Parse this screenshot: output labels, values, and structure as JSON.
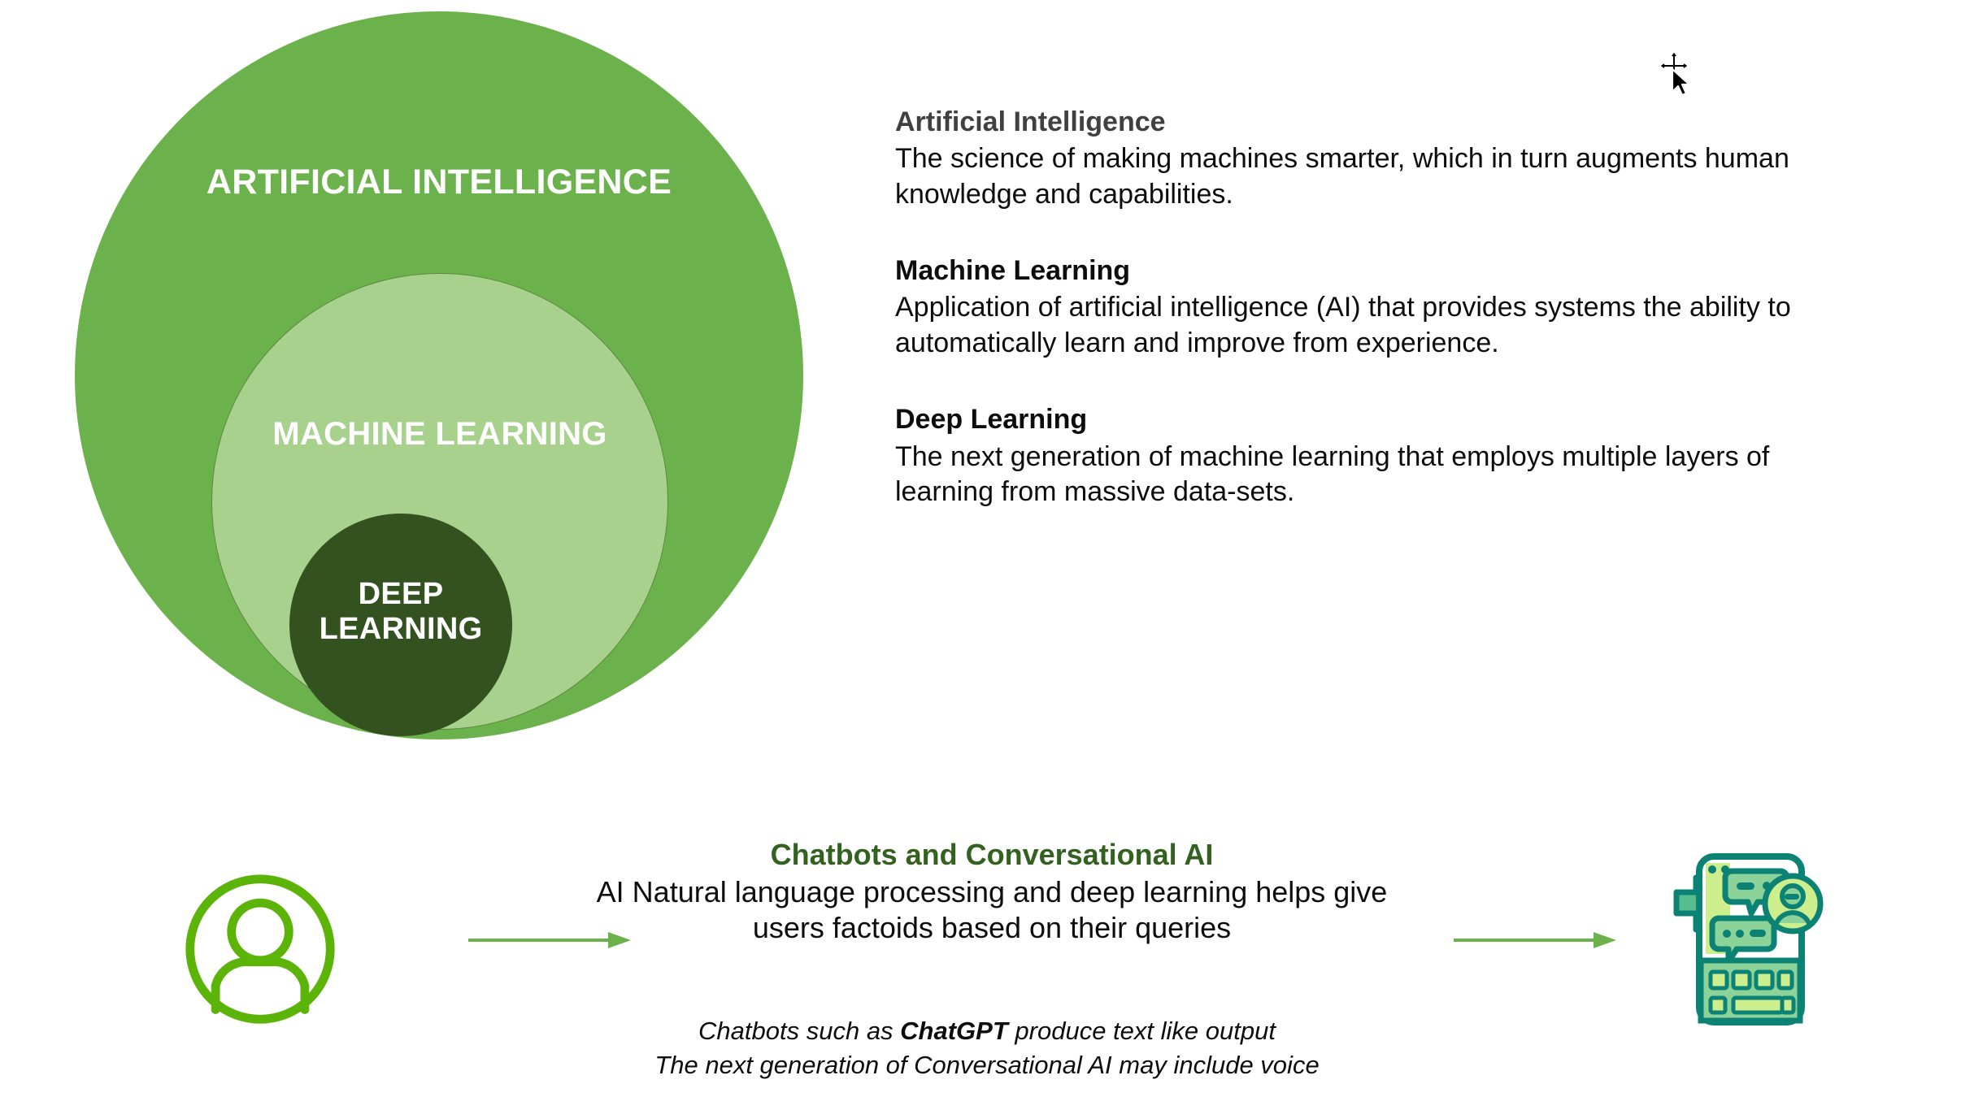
{
  "diagram": {
    "circles": [
      {
        "name": "artificial-intelligence",
        "label": "ARTIFICIAL INTELLIGENCE",
        "color": "#6CB24C"
      },
      {
        "name": "machine-learning",
        "label": "MACHINE LEARNING",
        "color": "#A7D18C"
      },
      {
        "name": "deep-learning",
        "label": "DEEP\nLEARNING",
        "color": "#33521F"
      }
    ]
  },
  "definitions": [
    {
      "term": "Artificial Intelligence",
      "description": "The science of making machines smarter, which in turn augments human knowledge and capabilities."
    },
    {
      "term": "Machine Learning",
      "description": "Application of artificial intelligence (AI) that provides systems the ability to automatically learn and improve from experience."
    },
    {
      "term": "Deep Learning",
      "description": "The next generation of machine learning that employs multiple layers of learning from massive data-sets."
    }
  ],
  "flow": {
    "title": "Chatbots and Conversational AI",
    "body_line1": "AI Natural language processing and deep learning helps give",
    "body_line2": "users factoids based on their queries",
    "title_color": "#33611F",
    "arrow_color": "#6CB24C",
    "user_icon": "user-avatar-icon",
    "bot_icon": "chatbot-phone-icon"
  },
  "footnotes": {
    "line1_prefix": "Chatbots such as ",
    "line1_bold": "ChatGPT",
    "line1_suffix": " produce text like output",
    "line2": "The next generation of Conversational AI may include voice"
  },
  "cursor": {
    "type": "move-cursor"
  }
}
